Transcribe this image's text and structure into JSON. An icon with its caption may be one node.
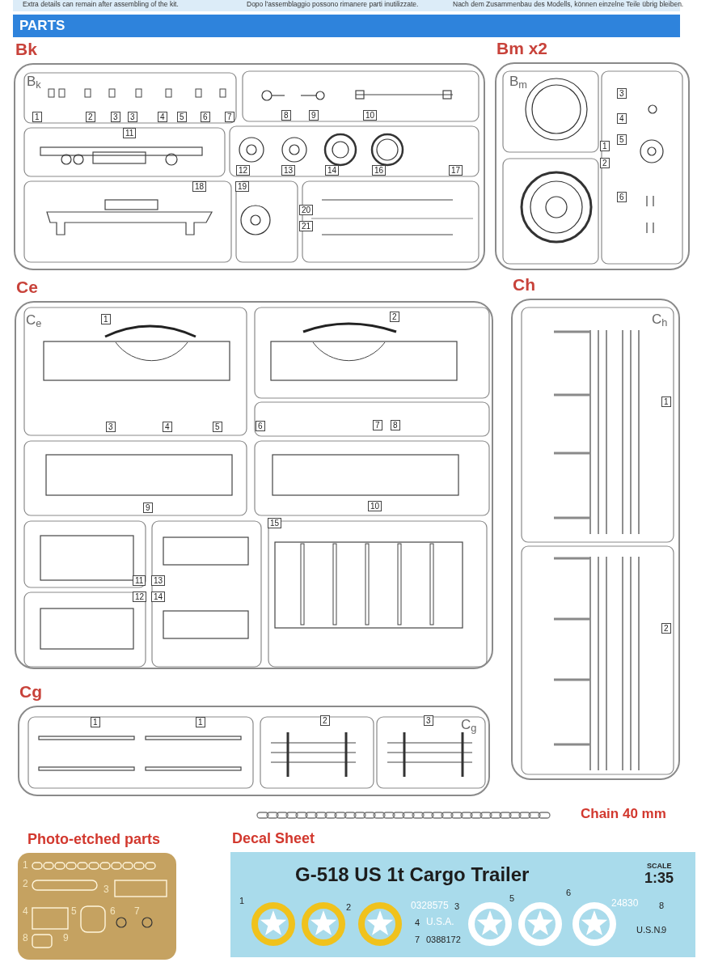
{
  "diagram": {
    "title": "PARTS",
    "nodes": [
      {
        "text": [
          "Bk"
        ]
      },
      {
        "text": [
          "Bm x2"
        ]
      },
      {
        "text": [
          "Ce"
        ]
      },
      {
        "text": [
          "Ch"
        ]
      },
      {
        "text": [
          "Cg"
        ]
      },
      {
        "text": [
          "Photo-etched parts"
        ]
      },
      {
        "text": [
          "Decal Sheet",
          "G-518 US 1t Cargo Trailer",
          "SCALE",
          "1:35"
        ]
      }
    ],
    "labels": [
      "Extra details can remain after assembling of the kit.",
      "Dopo l'assemblaggio possono rimanere parti inutilizzate.",
      "Nach dem Zusammenbau des Modells, können einzelne Teile übrig bleiben.",
      "B$_{k}$",
      "1",
      "2",
      "3",
      "3",
      "4",
      "5",
      "6",
      "7",
      "8",
      "9",
      "10",
      "11",
      "12",
      "13",
      "14",
      "16",
      "17",
      "18",
      "19",
      "20",
      "21",
      "B$_{m}$",
      "3",
      "4",
      "5",
      "1",
      "2",
      "6",
      "C$_{e}$",
      "1",
      "2",
      "3",
      "4",
      "5",
      "6",
      "7",
      "8",
      "9",
      "10",
      "15",
      "11",
      "13",
      "12",
      "14",
      "C$_{h}$",
      "1",
      "2",
      "1",
      "1",
      "2",
      "3",
      "C$_{g}$",
      "Chain  40 mm",
      "1",
      "2",
      "3",
      "4",
      "5",
      "6",
      "7",
      "8",
      "9",
      "1",
      "2",
      "0328575",
      "3",
      "4",
      "U.S.A.",
      "7",
      "0388172",
      "5",
      "6",
      "24830",
      "8",
      "U.S.N.",
      "9"
    ]
  }
}
